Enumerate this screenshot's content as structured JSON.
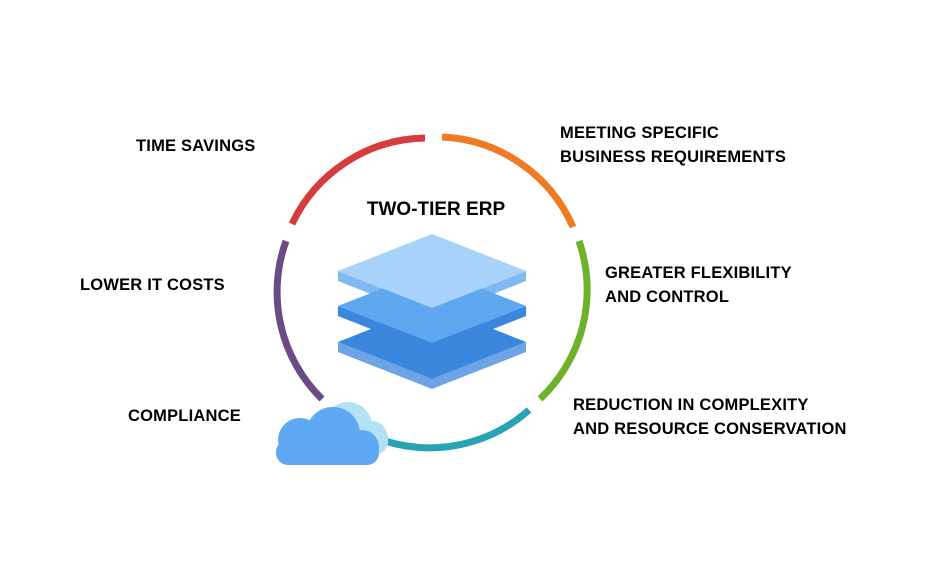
{
  "title": "TWO-TIER ERP",
  "labels": {
    "time_savings": "TIME SAVINGS",
    "lower_it_costs": "LOWER IT COSTS",
    "compliance": "COMPLIANCE",
    "meeting_specific": {
      "line1": "MEETING SPECIFIC",
      "line2": "BUSINESS REQUIREMENTS"
    },
    "greater_flexibility": {
      "line1": "GREATER FLEXIBILITY",
      "line2": "AND CONTROL"
    },
    "reduction": {
      "line1": "REDUCTION IN COMPLEXITY",
      "line2": "AND RESOURCE CONSERVATION"
    }
  },
  "colors": {
    "arc_red": "#d63b3d",
    "arc_orange": "#f07a22",
    "arc_green": "#6db22a",
    "arc_teal": "#27a3b3",
    "arc_purple": "#6b4a86",
    "layer_light": "#a9d2fb",
    "layer_mid": "#5fa7ef",
    "layer_dark": "#3b86dd",
    "cloud": "#5fa8f3",
    "cloud_back": "#b3e2f5"
  },
  "icons": {
    "layers": "stacked-layers-icon",
    "cloud": "cloud-icon"
  }
}
